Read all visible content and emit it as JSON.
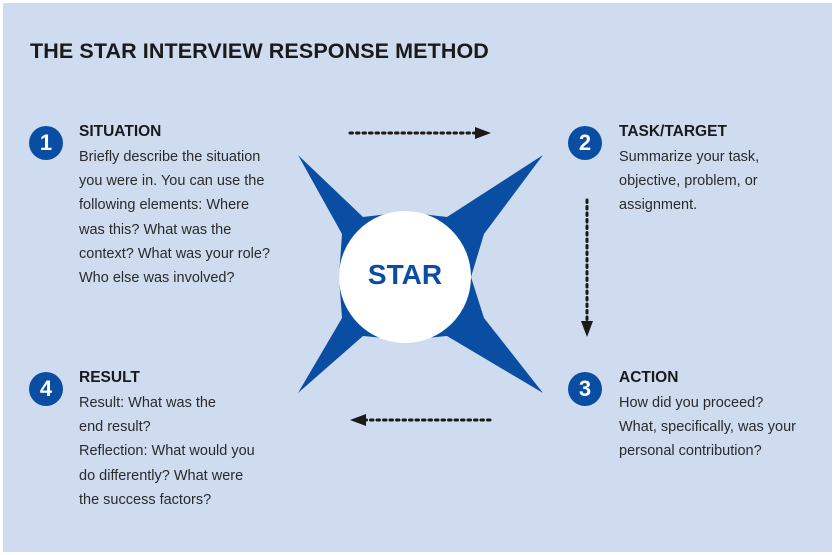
{
  "title": "THE STAR INTERVIEW RESPONSE METHOD",
  "center_label": "STAR",
  "colors": {
    "background": "#cfdcf0",
    "accent": "#0a4ea3",
    "text": "#1a1a1a"
  },
  "steps": [
    {
      "number": "1",
      "heading": "SITUATION",
      "lines": [
        "Briefly describe the situation",
        "you were in. You can use the",
        "following elements: Where",
        "was this? What was the",
        "context? What was your role?",
        "Who else was involved?"
      ]
    },
    {
      "number": "2",
      "heading": "TASK/TARGET",
      "lines": [
        "Summarize your task,",
        "objective, problem, or",
        "assignment."
      ]
    },
    {
      "number": "3",
      "heading": "ACTION",
      "lines": [
        "How did you proceed?",
        "What, specifically, was your",
        "personal contribution?"
      ]
    },
    {
      "number": "4",
      "heading": "RESULT",
      "lines": [
        "Result: What was the",
        "end result?",
        "Reflection: What would you",
        "do differently? What were",
        "the success factors?"
      ]
    }
  ]
}
